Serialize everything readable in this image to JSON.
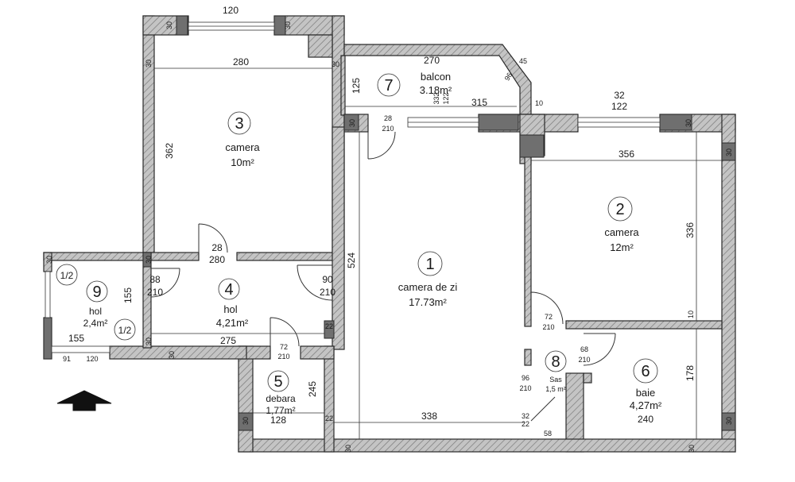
{
  "rooms": [
    {
      "id": "r1",
      "number": "1",
      "name": "camera de zi",
      "area": "17.73m²"
    },
    {
      "id": "r2",
      "number": "2",
      "name": "camera",
      "area": "12m²"
    },
    {
      "id": "r3",
      "number": "3",
      "name": "camera",
      "area": "10m²"
    },
    {
      "id": "r4",
      "number": "4",
      "name": "hol",
      "area": "4,21m²"
    },
    {
      "id": "r5",
      "number": "5",
      "name": "debara",
      "area": "1,77m²"
    },
    {
      "id": "r6",
      "number": "6",
      "name": "baie",
      "area": "4,27m²"
    },
    {
      "id": "r7",
      "number": "7",
      "name": "balcon",
      "area": "3.18m²"
    },
    {
      "id": "r8",
      "number": "8",
      "name": "Sas",
      "area": "1,5 m²"
    },
    {
      "id": "r9",
      "number": "9",
      "name": "hol",
      "area": "2,4m²"
    }
  ],
  "fractions": {
    "top": "1/2",
    "bottom": "1/2"
  },
  "dimensions": {
    "d120": "120",
    "d280": "280",
    "d362": "362",
    "d270": "270",
    "d45": "45",
    "d96": "96",
    "d125": "125",
    "d332": "332",
    "d122a": "122",
    "d315": "315",
    "d10a": "10",
    "d28a": "28",
    "d210a": "210",
    "d32": "32",
    "d122b": "122",
    "d356": "356",
    "d336": "336",
    "d10b": "10",
    "d524": "524",
    "d28b": "28",
    "d280b": "280",
    "d88": "88",
    "d210b": "210",
    "d90": "90",
    "d210c": "210",
    "d155a": "155",
    "d155b": "155",
    "d275": "275",
    "d72a": "72",
    "d210d": "210",
    "d22a": "22",
    "d22b": "22",
    "d245": "245",
    "d128": "128",
    "d72b": "72",
    "d210e": "210",
    "d68": "68",
    "d210f": "210",
    "d96b": "96",
    "d210g": "210",
    "d338": "338",
    "d32b": "32",
    "d22c": "22",
    "d58": "58",
    "d178": "178",
    "d240": "240",
    "d91": "91",
    "d120b": "120",
    "w30_1": "30",
    "w30_2": "30",
    "w30_3": "30",
    "w30_4": "30",
    "w30_5": "30",
    "w30_6": "30",
    "w30_7": "30",
    "w30_8": "30",
    "w30_9": "30",
    "w30_10": "30",
    "w30_11": "30",
    "w30_12": "30",
    "w30_13": "30",
    "w30_14": "30",
    "w30_15": "30"
  },
  "colors": {
    "wall_fill": "#b9b9b9",
    "pillar": "#6f6f6f",
    "ink": "#1a1a1a"
  }
}
